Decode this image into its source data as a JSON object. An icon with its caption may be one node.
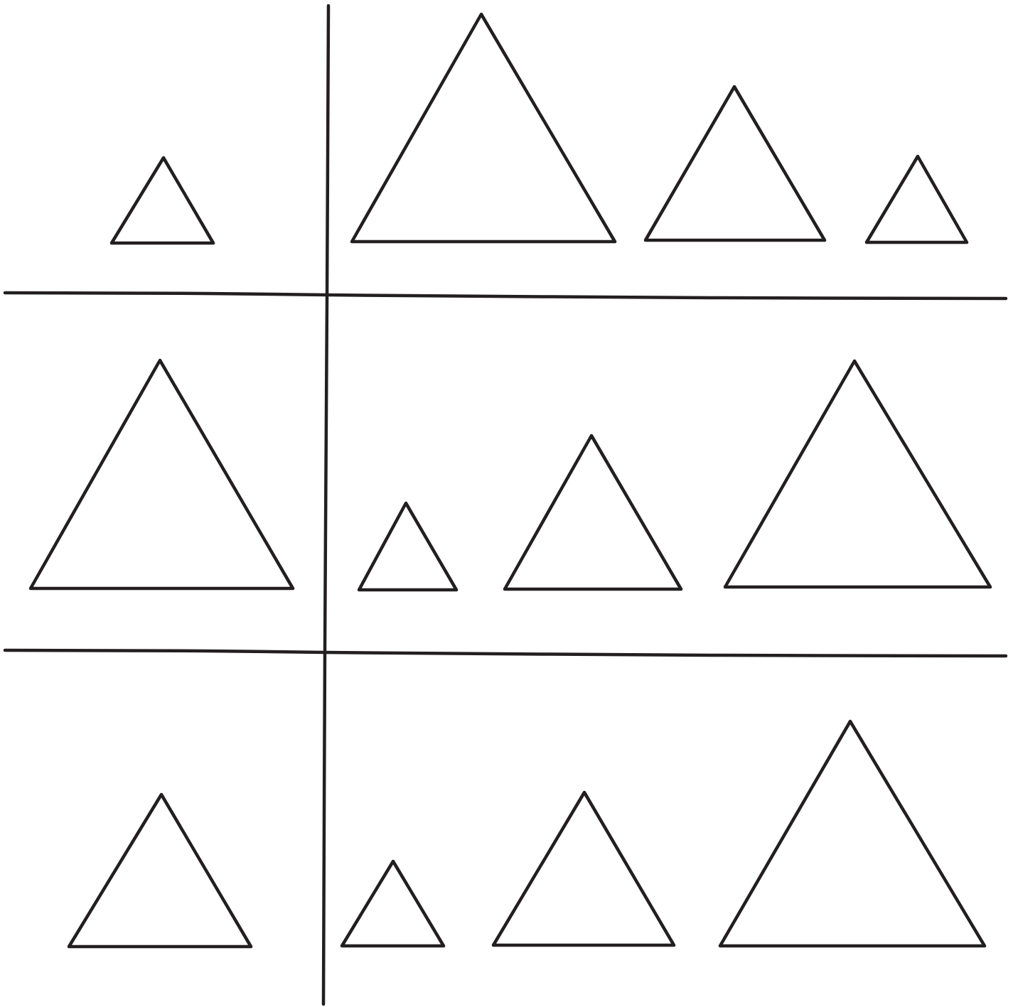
{
  "diagram": {
    "nodes": [
      {
        "text": [],
        "shape": "triangle"
      },
      {
        "text": [],
        "shape": "triangle"
      },
      {
        "text": [],
        "shape": "triangle"
      },
      {
        "text": [],
        "shape": "triangle"
      },
      {
        "text": [],
        "shape": "triangle"
      },
      {
        "text": [],
        "shape": "triangle"
      },
      {
        "text": [],
        "shape": "triangle"
      },
      {
        "text": [],
        "shape": "triangle"
      },
      {
        "text": [],
        "shape": "triangle"
      },
      {
        "text": [],
        "shape": "triangle"
      },
      {
        "text": [],
        "shape": "triangle"
      },
      {
        "text": [],
        "shape": "triangle"
      }
    ]
  }
}
